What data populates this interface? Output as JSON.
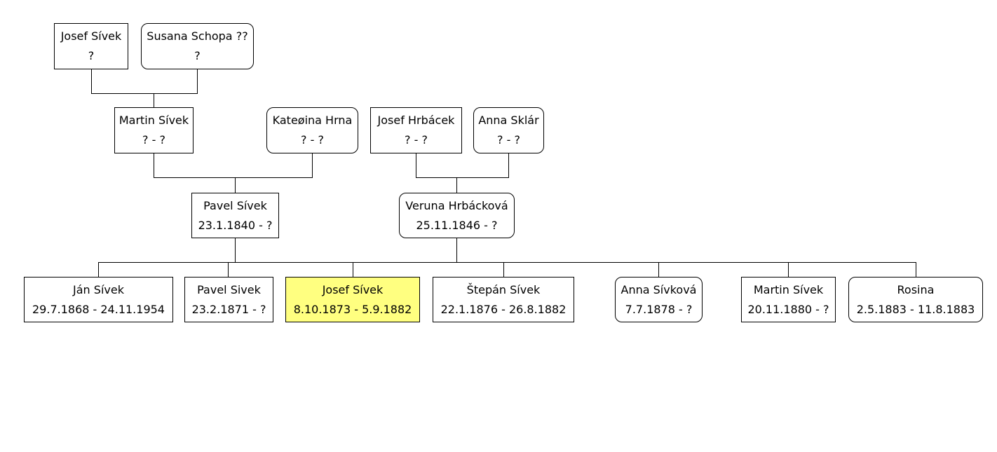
{
  "highlight_color": "#ffff80",
  "people": {
    "p1": {
      "name": "Josef Sívek",
      "dates": "?",
      "female": false
    },
    "p2": {
      "name": "Susana Schopa ??",
      "dates": "?",
      "female": true
    },
    "p3": {
      "name": "Martin Sívek",
      "dates": "? - ?",
      "female": false
    },
    "p4": {
      "name": "Kateøina Hrna",
      "dates": "? - ?",
      "female": true
    },
    "p5": {
      "name": "Josef Hrbácek",
      "dates": "? - ?",
      "female": false
    },
    "p6": {
      "name": "Anna Sklár",
      "dates": "? - ?",
      "female": true
    },
    "p7": {
      "name": "Pavel Sívek",
      "dates": "23.1.1840 - ?",
      "female": false
    },
    "p8": {
      "name": "Veruna Hrbácková",
      "dates": "25.11.1846 - ?",
      "female": true
    },
    "c1": {
      "name": "Ján Sívek",
      "dates": "29.7.1868 - 24.11.1954",
      "female": false
    },
    "c2": {
      "name": "Pavel Sivek",
      "dates": "23.2.1871 - ?",
      "female": false
    },
    "c3": {
      "name": "Josef Sívek",
      "dates": "8.10.1873 - 5.9.1882",
      "female": false,
      "highlighted": true
    },
    "c4": {
      "name": "Štepán Sívek",
      "dates": "22.1.1876 - 26.8.1882",
      "female": false
    },
    "c5": {
      "name": "Anna Sívková",
      "dates": "7.7.1878 - ?",
      "female": true
    },
    "c6": {
      "name": "Martin Sívek",
      "dates": "20.11.1880 - ?",
      "female": false
    },
    "c7": {
      "name": "Rosina",
      "dates": "2.5.1883 - 11.8.1883",
      "female": true
    }
  }
}
